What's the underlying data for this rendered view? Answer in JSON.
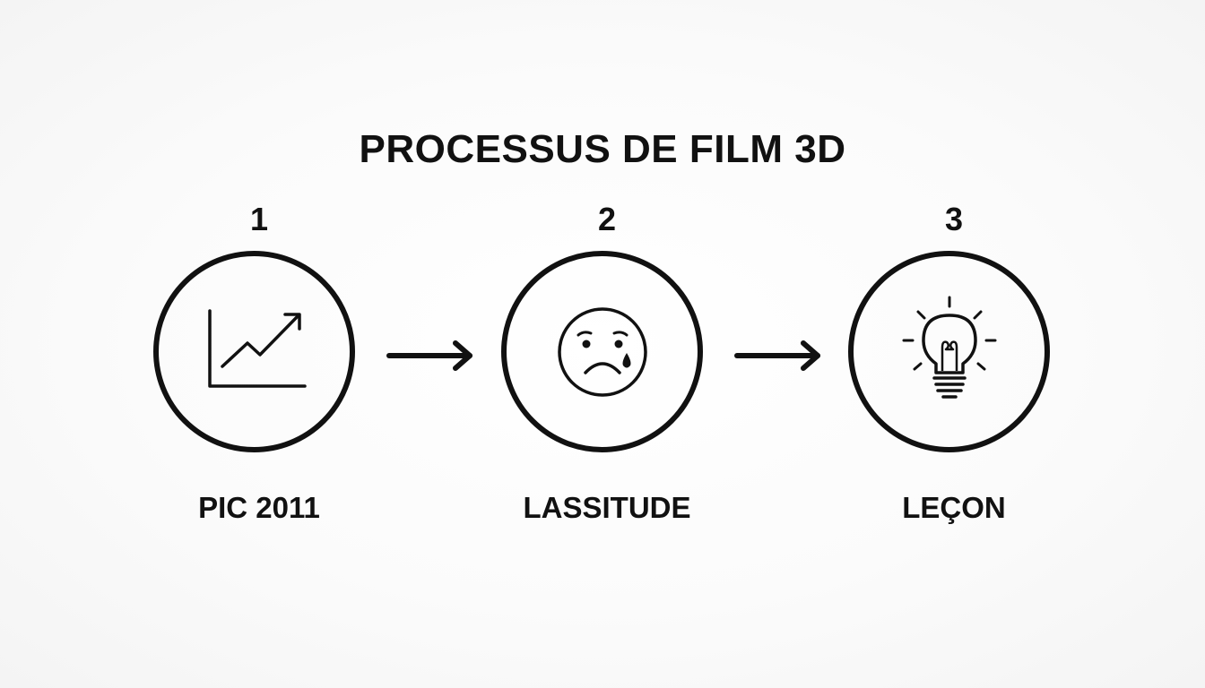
{
  "title": "PROCESSUS DE FILM 3D",
  "steps": [
    {
      "number": "1",
      "label": "PIC 2011",
      "icon": "rising-chart-icon"
    },
    {
      "number": "2",
      "label": "LASSITUDE",
      "icon": "sad-tear-face-icon"
    },
    {
      "number": "3",
      "label": "LEÇON",
      "icon": "lightbulb-icon"
    }
  ],
  "connectors": [
    "arrow-right-icon",
    "arrow-right-icon"
  ],
  "colors": {
    "stroke": "#111111",
    "background": "#fafafa"
  }
}
